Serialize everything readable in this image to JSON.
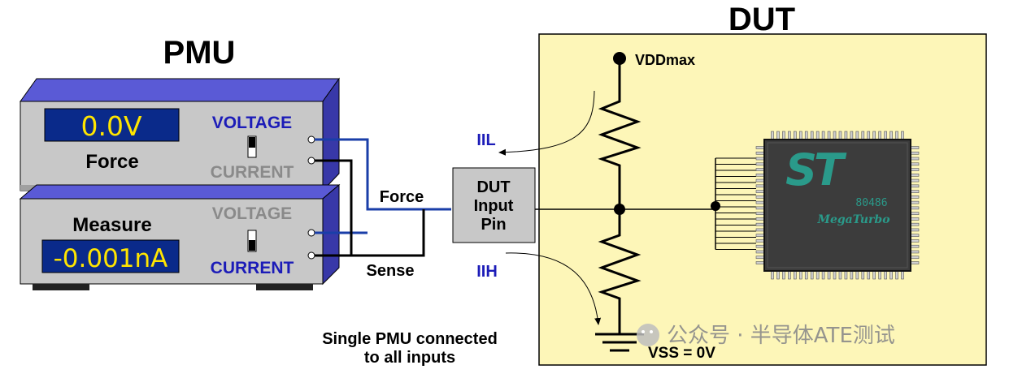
{
  "titles": {
    "pmu": "PMU",
    "dut": "DUT"
  },
  "pmu_top": {
    "display_value": "0.0V",
    "mode_label": "Force",
    "voltage_label": "VOLTAGE",
    "current_label": "CURRENT"
  },
  "pmu_bottom": {
    "mode_label": "Measure",
    "display_value": "-0.001nA",
    "voltage_label": "VOLTAGE",
    "current_label": "CURRENT"
  },
  "connections": {
    "force_label": "Force",
    "sense_label": "Sense",
    "iil_label": "IIL",
    "iih_label": "IIH"
  },
  "dut_pin": {
    "line1": "DUT",
    "line2": "Input",
    "line3": "Pin"
  },
  "dut_board": {
    "vdd_label": "VDDmax",
    "vss_label": "VSS = 0V"
  },
  "chip": {
    "logo": "ST",
    "part_number": "80486",
    "brand": "MegaTurbo"
  },
  "caption": {
    "line1": "Single PMU connected",
    "line2": "to all inputs"
  },
  "watermark": {
    "text": "公众号 · 半导体ATE测试"
  },
  "colors": {
    "panel_face": "#c8c8c8",
    "panel_top": "#5a5ad6",
    "lcd_bg": "#0a2a8a",
    "lcd_text": "#ffe500",
    "voltage_active": "#1c1cb8",
    "current_inactive": "#8a8a8a",
    "force_wire": "#1a3ea8",
    "dut_bg": "#fdf6b8",
    "chip_body": "#3c3c3c",
    "chip_logo": "#2a9a8a"
  }
}
